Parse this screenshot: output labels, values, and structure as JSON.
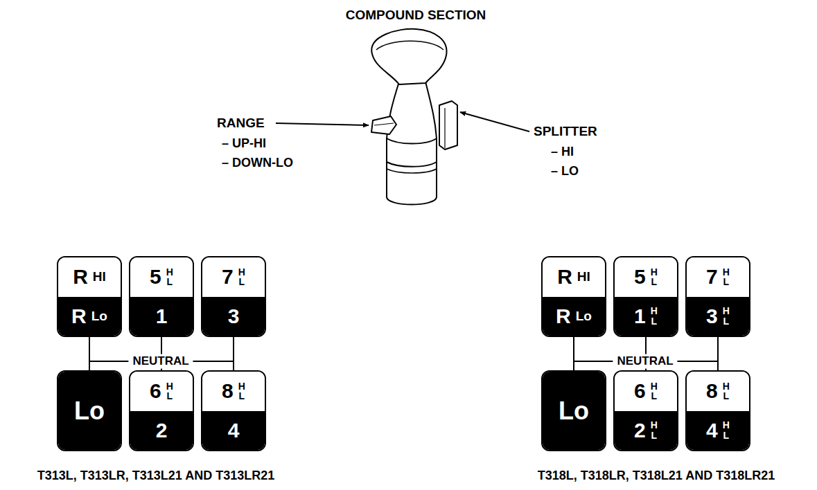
{
  "diagram": {
    "title": "COMPOUND SECTION",
    "nodes": [
      {
        "text": [
          "R",
          "HI",
          "R",
          "Lo"
        ]
      },
      {
        "text": [
          "5",
          "H",
          "L",
          "1"
        ]
      },
      {
        "text": [
          "7",
          "H",
          "L",
          "3"
        ]
      },
      {
        "text": [
          "Lo"
        ]
      },
      {
        "text": [
          "6",
          "H",
          "L",
          "2"
        ]
      },
      {
        "text": [
          "8",
          "H",
          "L",
          "4"
        ]
      },
      {
        "text": [
          "R",
          "HI",
          "R",
          "Lo"
        ]
      },
      {
        "text": [
          "5",
          "H",
          "L",
          "1",
          "H",
          "L"
        ]
      },
      {
        "text": [
          "7",
          "H",
          "L",
          "3",
          "H",
          "L"
        ]
      },
      {
        "text": [
          "Lo"
        ]
      },
      {
        "text": [
          "6",
          "H",
          "L",
          "2",
          "H",
          "L"
        ]
      },
      {
        "text": [
          "8",
          "H",
          "L",
          "4",
          "H",
          "L"
        ]
      }
    ],
    "edges": [
      {
        "from": 0,
        "to": 3,
        "arrow": "none"
      },
      {
        "from": 1,
        "to": 4,
        "arrow": "none"
      },
      {
        "from": 2,
        "to": 5,
        "arrow": "none"
      },
      {
        "from": 6,
        "to": 9,
        "arrow": "none"
      },
      {
        "from": 7,
        "to": 10,
        "arrow": "none"
      },
      {
        "from": 8,
        "to": 11,
        "arrow": "none"
      }
    ],
    "labels": [
      "RANGE",
      "– UP-HI",
      "– DOWN-LO",
      "SPLITTER",
      "– HI",
      "– LO",
      "NEUTRAL",
      "NEUTRAL",
      "T313L, T313LR, T313L21 AND T313LR21",
      "T318L, T318LR, T318L21 AND T318LR21"
    ]
  }
}
